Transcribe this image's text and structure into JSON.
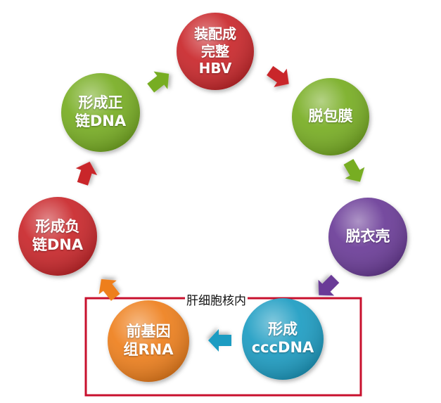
{
  "nodes": [
    {
      "id": "assemble",
      "lines": [
        "装配成",
        "完整",
        "HBV"
      ],
      "color": "#c9272b"
    },
    {
      "id": "uncoat",
      "lines": [
        "脱包膜"
      ],
      "color": "#77ad22"
    },
    {
      "id": "shell",
      "lines": [
        "脱衣壳"
      ],
      "color": "#6b3a97"
    },
    {
      "id": "cccdna",
      "lines": [
        "形成",
        "cccDNA"
      ],
      "color": "#1e9cc2"
    },
    {
      "id": "pgrna",
      "lines": [
        "前基因",
        "组RNA"
      ],
      "color": "#ee7f1f"
    },
    {
      "id": "negdna",
      "lines": [
        "形成负",
        "链DNA"
      ],
      "color": "#c9272b"
    },
    {
      "id": "posdna",
      "lines": [
        "形成正",
        "链DNA"
      ],
      "color": "#77ad22"
    }
  ],
  "region": {
    "label": "肝细胞核内",
    "border_color": "#c8102e"
  },
  "arrow_colors": {
    "red": "#c9272b",
    "green": "#77ad22",
    "purple": "#6b3a97",
    "blue": "#1e9cc2",
    "orange": "#ee7f1f"
  }
}
